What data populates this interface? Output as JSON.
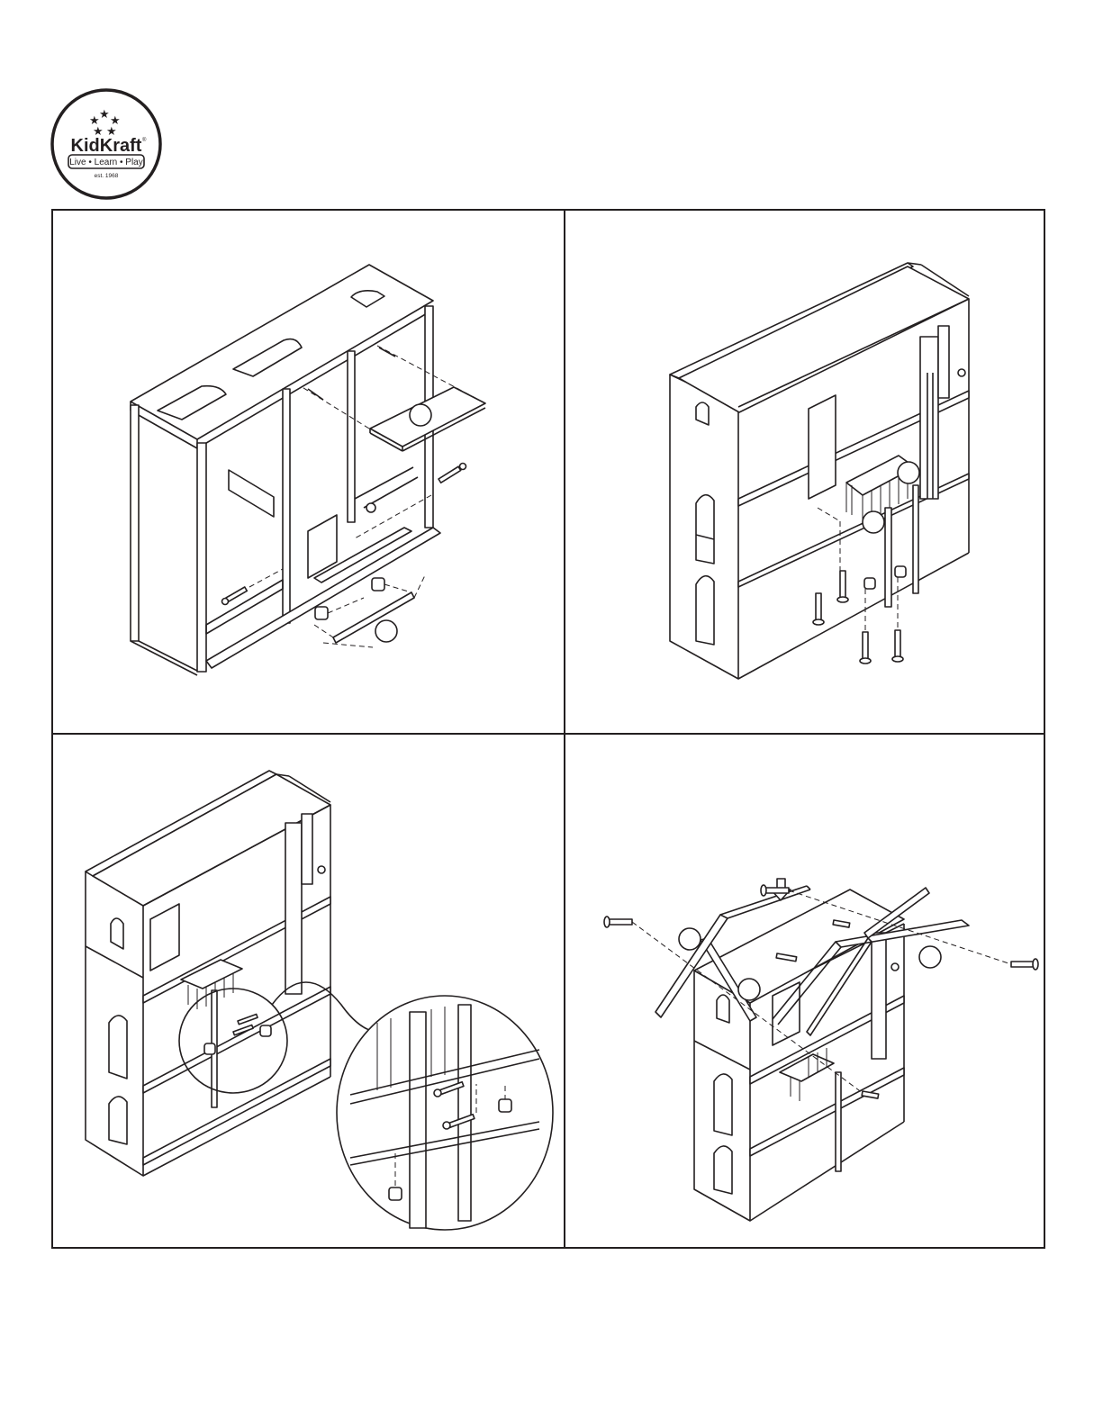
{
  "logo": {
    "brand": "KidKraft",
    "registered": "®",
    "tagline": "Live • Learn • Play",
    "established": "est. 1968",
    "icon": "stars-icon"
  },
  "steps": [
    {
      "id": "step-1",
      "callouts": [
        "",
        ""
      ]
    },
    {
      "id": "step-2",
      "callouts": [
        "",
        ""
      ]
    },
    {
      "id": "step-3",
      "callouts": []
    },
    {
      "id": "step-4",
      "callouts": [
        "",
        "",
        ""
      ]
    }
  ],
  "colors": {
    "line": "#231f20",
    "background": "#ffffff"
  }
}
